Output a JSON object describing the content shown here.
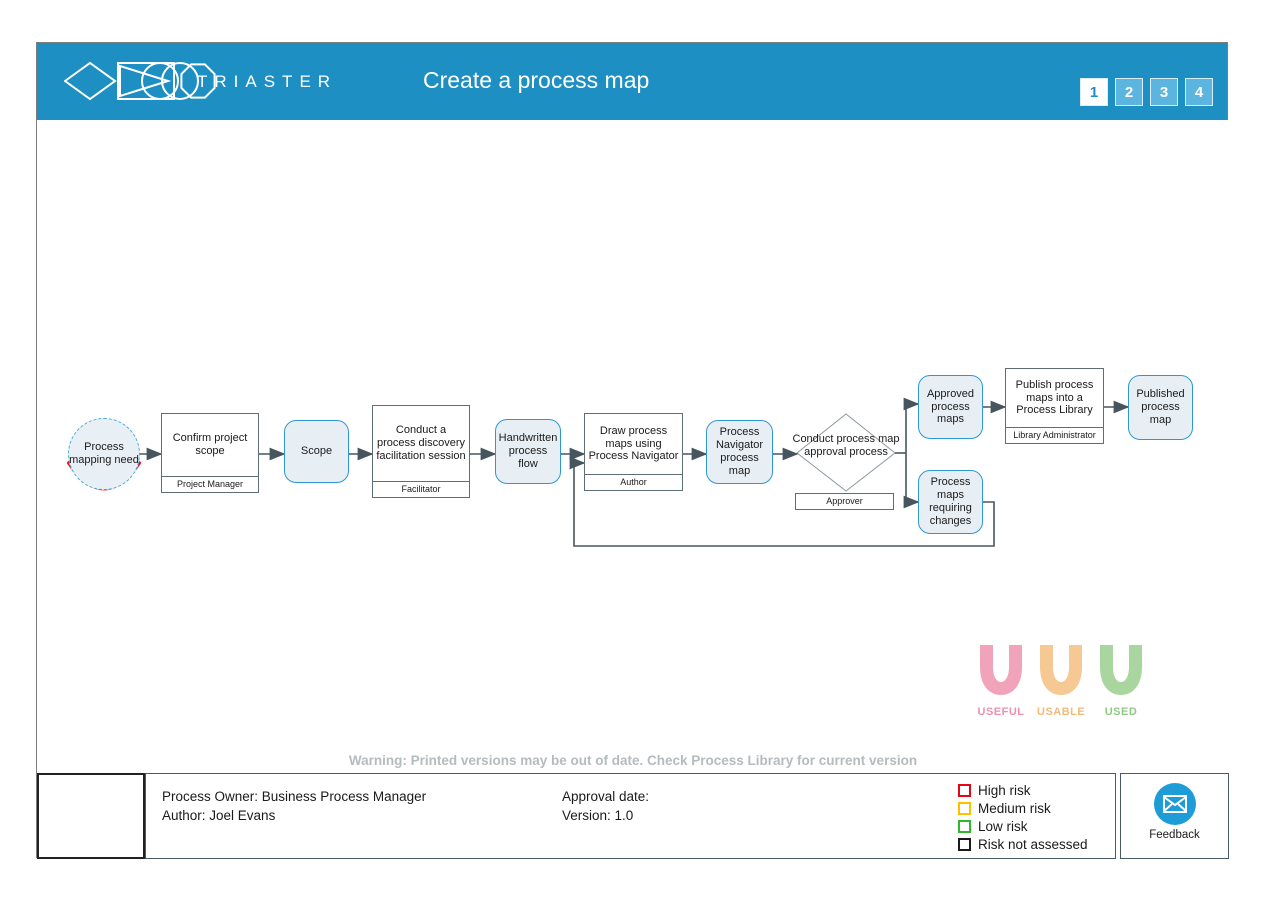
{
  "header": {
    "brand": "TRIASTER",
    "title": "Create a process map",
    "pages": [
      "1",
      "2",
      "3",
      "4"
    ],
    "active_page": "1",
    "bar_color": "#1e8fc3",
    "page_button_color": "#5cb5de"
  },
  "nodes": {
    "process_mapping_need": {
      "label": "Process mapping need",
      "type": "start"
    },
    "confirm_scope": {
      "label": "Confirm project scope",
      "role": "Project Manager",
      "type": "activity"
    },
    "scope": {
      "label": "Scope",
      "type": "deliverable"
    },
    "discovery_session": {
      "label": "Conduct a process discovery facilitation session",
      "role": "Facilitator",
      "type": "activity"
    },
    "handwritten_flow": {
      "label": "Handwritten process flow",
      "type": "deliverable"
    },
    "draw_maps": {
      "label": "Draw process maps using Process Navigator",
      "role": "Author",
      "type": "activity"
    },
    "navigator_map": {
      "label": "Process Navigator process map",
      "type": "deliverable"
    },
    "approval_process": {
      "label": "Conduct process map approval process",
      "role": "Approver",
      "type": "decision"
    },
    "approved_maps": {
      "label": "Approved process maps",
      "type": "deliverable"
    },
    "publish_maps": {
      "label": "Publish process maps into a Process Library",
      "role": "Library Administrator",
      "type": "activity"
    },
    "published_map": {
      "label": "Published process map",
      "type": "deliverable"
    },
    "maps_requiring_changes": {
      "label": "Process maps requiring changes",
      "type": "deliverable"
    }
  },
  "badges": [
    {
      "label": "USEFUL",
      "color": "#f2a3bc",
      "label_color": "#ee8fae"
    },
    {
      "label": "USABLE",
      "color": "#f6c893",
      "label_color": "#f3ba79"
    },
    {
      "label": "USED",
      "color": "#a9d69f",
      "label_color": "#8fcb84"
    }
  ],
  "warning": "Warning: Printed versions may be out of date. Check Process Library for current version",
  "footer": {
    "process_owner": "Process Owner: Business Process Manager",
    "author": "Author: Joel Evans",
    "approval_date": "Approval date:",
    "version": "Version: 1.0",
    "legend": [
      {
        "label": "High risk",
        "color": "#e30613"
      },
      {
        "label": "Medium risk",
        "color": "#ffc000"
      },
      {
        "label": "Low risk",
        "color": "#2db92d"
      },
      {
        "label": "Risk not assessed",
        "color": "#1a1a1a"
      }
    ],
    "feedback_label": "Feedback"
  },
  "diagram_colors": {
    "node_fill": "#e8eff4",
    "node_border_blue": "#2f97cf",
    "rect_border": "#5f6d75",
    "diamond_border": "#8b979d",
    "arrow": "#47565e",
    "start_arc_red": "#e31b23"
  }
}
